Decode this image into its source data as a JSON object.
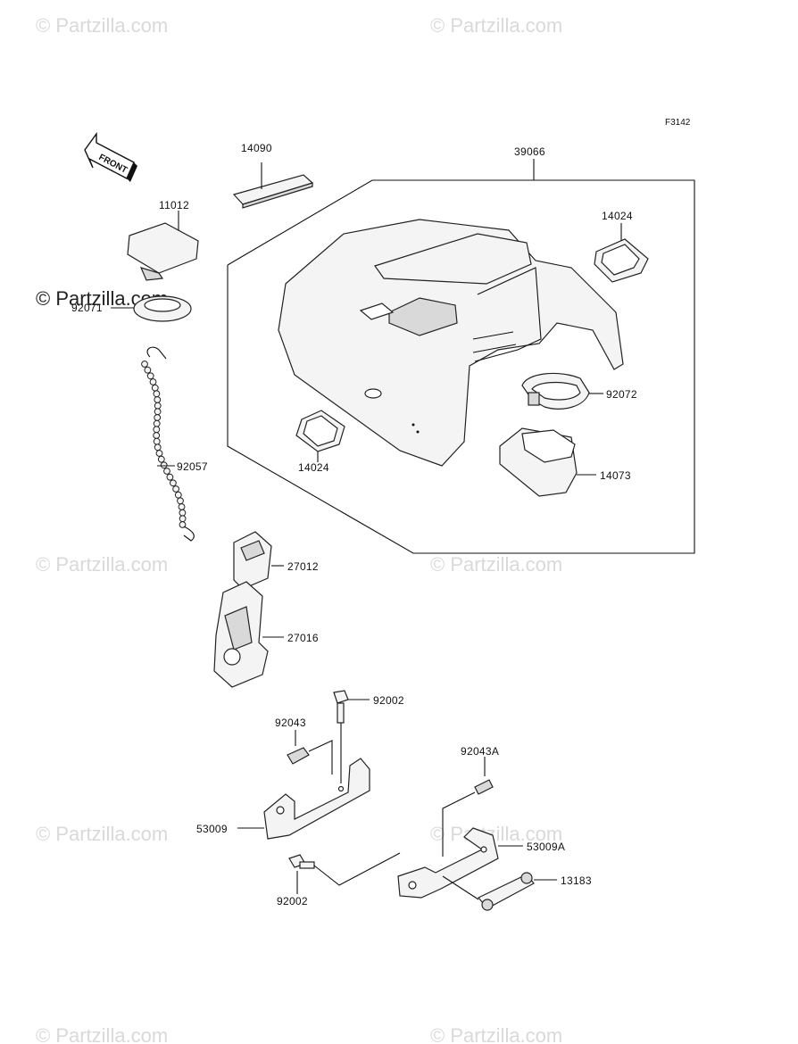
{
  "figure_code": "F3142",
  "front_label": "FRONT",
  "watermarks": {
    "small": "© Partzilla.com",
    "large": "© Partzilla.com"
  },
  "parts": {
    "p14090": "14090",
    "p39066": "39066",
    "p11012": "11012",
    "p14024_top": "14024",
    "p92071": "92071",
    "p92072": "92072",
    "p14024_bottom": "14024",
    "p14073": "14073",
    "p92057": "92057",
    "p27012": "27012",
    "p27016": "27016",
    "p92002_top": "92002",
    "p92043": "92043",
    "p92043a": "92043A",
    "p53009": "53009",
    "p53009a": "53009A",
    "p13183": "13183",
    "p92002_bottom": "92002"
  }
}
